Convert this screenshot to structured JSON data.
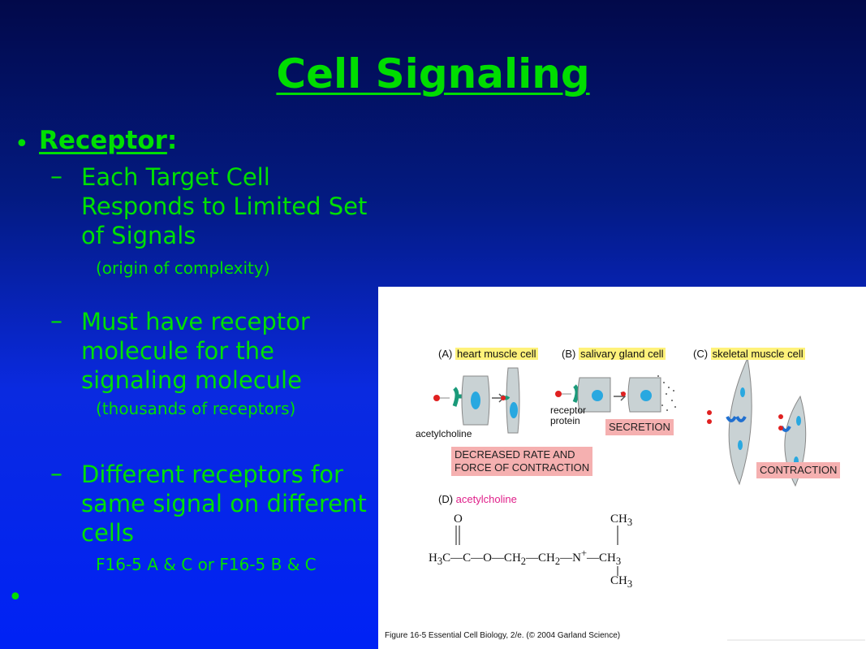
{
  "title": "Cell Signaling",
  "receptor_heading": "Receptor",
  "receptor_colon": ":",
  "bullet_char": "•",
  "dash_char": "–",
  "items": [
    {
      "text": "Each Target Cell Responds to Limited Set of Signals",
      "note": "(origin of complexity)"
    },
    {
      "text": "Must have receptor molecule for the signaling molecule",
      "note": "(thousands of receptors)"
    },
    {
      "text": "Different receptors for same signal on different cells",
      "note": "F16-5 A & C or F16-5 B & C"
    }
  ],
  "figure": {
    "panel_a_tag": "(A)",
    "panel_a_label": "heart muscle cell",
    "panel_b_tag": "(B)",
    "panel_b_label": "salivary gland cell",
    "panel_c_tag": "(C)",
    "panel_c_label": "skeletal muscle cell",
    "acetylcholine_label": "acetylcholine",
    "receptor_protein_line1": "receptor",
    "receptor_protein_line2": "protein",
    "secretion": "SECRETION",
    "decreased_line1": "DECREASED RATE AND",
    "decreased_line2": "FORCE OF CONTRACTION",
    "contraction": "CONTRACTION",
    "panel_d_tag": "(D)",
    "panel_d_label": "acetylcholine",
    "caption": "Figure 16-5  Essential Cell Biology, 2/e. (© 2004 Garland Science)",
    "colors": {
      "highlight": "#fff27a",
      "result_box": "#f5b0b0",
      "receptor": "#1a9a7a",
      "nucleus": "#29a8e0",
      "ligand": "#e02020"
    }
  }
}
